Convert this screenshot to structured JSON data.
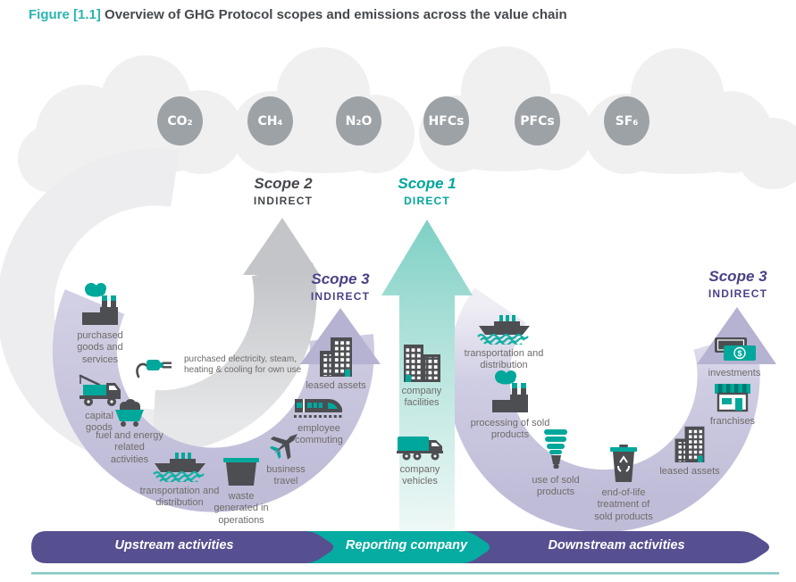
{
  "title": {
    "figure_label": "Figure [1.1]",
    "text": "Overview of GHG Protocol scopes and emissions across the value chain"
  },
  "gases": [
    "CO₂",
    "CH₄",
    "N₂O",
    "HFCs",
    "PFCs",
    "SF₆"
  ],
  "scopes": {
    "scope2": {
      "name": "Scope 2",
      "type": "INDIRECT"
    },
    "scope1": {
      "name": "Scope 1",
      "type": "DIRECT"
    },
    "scope3_upstream": {
      "name": "Scope 3",
      "type": "INDIRECT"
    },
    "scope3_downstream": {
      "name": "Scope 3",
      "type": "INDIRECT"
    }
  },
  "upstream": {
    "items": [
      "purchased goods and services",
      "purchased electricity, steam, heating & cooling for own use",
      "capital goods",
      "fuel and energy related activities",
      "transportation and distribution",
      "waste generated in operations",
      "business travel",
      "employee commuting",
      "leased assets"
    ]
  },
  "reporting_company": {
    "items": [
      "company facilities",
      "company vehicles"
    ]
  },
  "downstream": {
    "items": [
      "transportation and distribution",
      "processing of sold products",
      "use of sold products",
      "end-of-life treatment of sold products",
      "leased assets",
      "franchises",
      "investments"
    ]
  },
  "banner": {
    "upstream": "Upstream activities",
    "reporting": "Reporting company",
    "downstream": "Downstream activities"
  },
  "icons": {
    "investments_currency": "$"
  },
  "colors": {
    "teal": "#00A79B",
    "purple": "#564F90",
    "lavender": "#C6C3DD",
    "arrow_gray": "#C7C9CC",
    "gas_circle_gray": "#9DA2A6",
    "cloud_gray": "#F0F0F1",
    "icon_dark": "#4C4E52",
    "label_gray": "#6F6B69",
    "scope3_text": "#4A4287",
    "title_teal": "#29B6AE"
  }
}
